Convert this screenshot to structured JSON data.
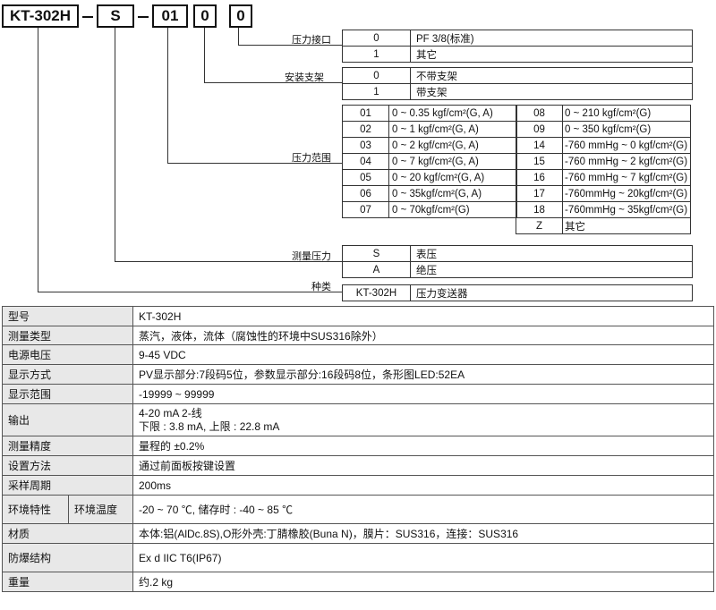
{
  "model_code": {
    "segments": [
      "KT-302H",
      "S",
      "01",
      "0",
      "0"
    ],
    "separator": "—"
  },
  "selectors": {
    "pressure_port": {
      "label": "压力接口",
      "rows": [
        {
          "code": "0",
          "desc": "PF 3/8(标准)"
        },
        {
          "code": "1",
          "desc": "其它"
        }
      ]
    },
    "bracket": {
      "label": "安装支架",
      "rows": [
        {
          "code": "0",
          "desc": "不带支架"
        },
        {
          "code": "1",
          "desc": "带支架"
        }
      ]
    },
    "pressure_range": {
      "label": "压力范围",
      "left": [
        {
          "code": "01",
          "desc": "0 ~ 0.35 kgf/cm²(G, A)"
        },
        {
          "code": "02",
          "desc": "0 ~ 1 kgf/cm²(G, A)"
        },
        {
          "code": "03",
          "desc": "0 ~ 2 kgf/cm²(G, A)"
        },
        {
          "code": "04",
          "desc": "0 ~ 7 kgf/cm²(G, A)"
        },
        {
          "code": "05",
          "desc": "0 ~ 20 kgf/cm²(G, A)"
        },
        {
          "code": "06",
          "desc": "0 ~ 35kgf/cm²(G, A)"
        },
        {
          "code": "07",
          "desc": "0 ~ 70kgf/cm²(G)"
        }
      ],
      "right": [
        {
          "code": "08",
          "desc": "0 ~ 210 kgf/cm²(G)"
        },
        {
          "code": "09",
          "desc": "0 ~ 350 kgf/cm²(G)"
        },
        {
          "code": "14",
          "desc": "-760 mmHg ~ 0 kgf/cm²(G)"
        },
        {
          "code": "15",
          "desc": "-760 mmHg ~ 2 kgf/cm²(G)"
        },
        {
          "code": "16",
          "desc": "-760 mmHg ~ 7 kgf/cm²(G)"
        },
        {
          "code": "17",
          "desc": "-760mmHg ~ 20kgf/cm²(G)"
        },
        {
          "code": "18",
          "desc": "-760mmHg ~ 35kgf/cm²(G)"
        },
        {
          "code": "Z",
          "desc": "其它"
        }
      ]
    },
    "measure_pressure": {
      "label": "测量压力",
      "rows": [
        {
          "code": "S",
          "desc": "表压"
        },
        {
          "code": "A",
          "desc": "绝压"
        }
      ]
    },
    "type": {
      "label": "种类",
      "rows": [
        {
          "code": "KT-302H",
          "desc": "压力变送器"
        }
      ]
    }
  },
  "specs": {
    "model": {
      "key": "型号",
      "value": "KT-302H"
    },
    "measure_type": {
      "key": "测量类型",
      "value": "蒸汽，液体，流体（腐蚀性的环境中SUS316除外）"
    },
    "power": {
      "key": "电源电压",
      "value": "9-45 VDC"
    },
    "display_mode": {
      "key": "显示方式",
      "value": "PV显示部分:7段码5位，参数显示部分:16段码8位，条形图LED:52EA"
    },
    "display_range": {
      "key": "显示范围",
      "value": "-19999 ~ 99999"
    },
    "output": {
      "key": "输出",
      "line1": "4-20 mA 2-线",
      "line2": "下限 : 3.8 mA, 上限 : 22.8 mA"
    },
    "accuracy": {
      "key": "测量精度",
      "value": "量程的 ±0.2%"
    },
    "setting": {
      "key": "设置方法",
      "value": "通过前面板按键设置"
    },
    "sampling": {
      "key": "采样周期",
      "value": "200ms"
    },
    "environment": {
      "key": "环境特性",
      "subkey": "环境温度",
      "value": "-20 ~ 70 ℃, 储存时 : -40 ~ 85 ℃"
    },
    "material": {
      "key": "材质",
      "value": "本体:铝(AlDc.8S),O形外壳:丁腈橡胶(Buna N)，膜片：SUS316，连接：SUS316"
    },
    "explosion": {
      "key": "防爆结构",
      "value": "Ex d IIC T6(IP67)"
    },
    "weight": {
      "key": "重量",
      "value": "约.2 kg"
    }
  }
}
